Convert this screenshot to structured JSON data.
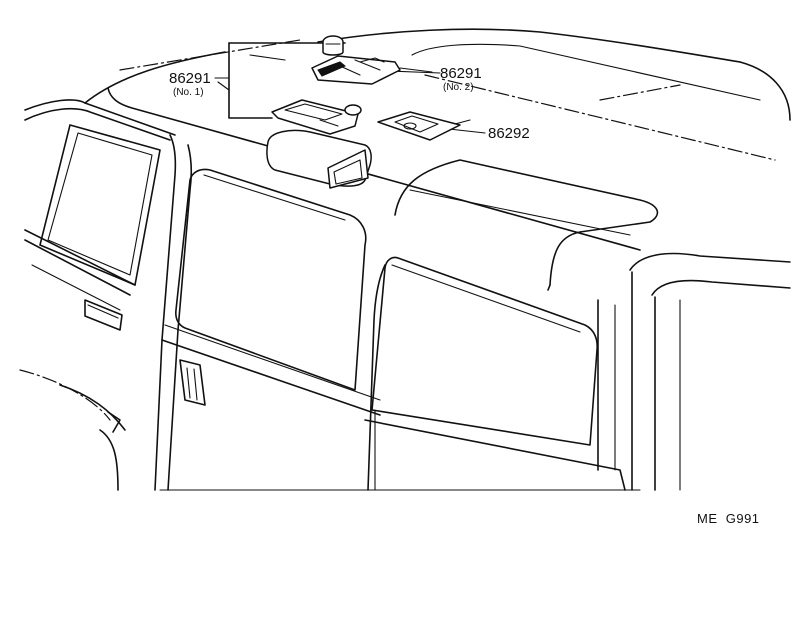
{
  "callouts": {
    "no1": {
      "part_number": "86291",
      "variant": "(No. 1)"
    },
    "no2": {
      "part_number": "86291",
      "variant": "(No. 2)"
    },
    "bracket": {
      "part_number": "86292"
    }
  },
  "illustration_code": "ME  G991"
}
